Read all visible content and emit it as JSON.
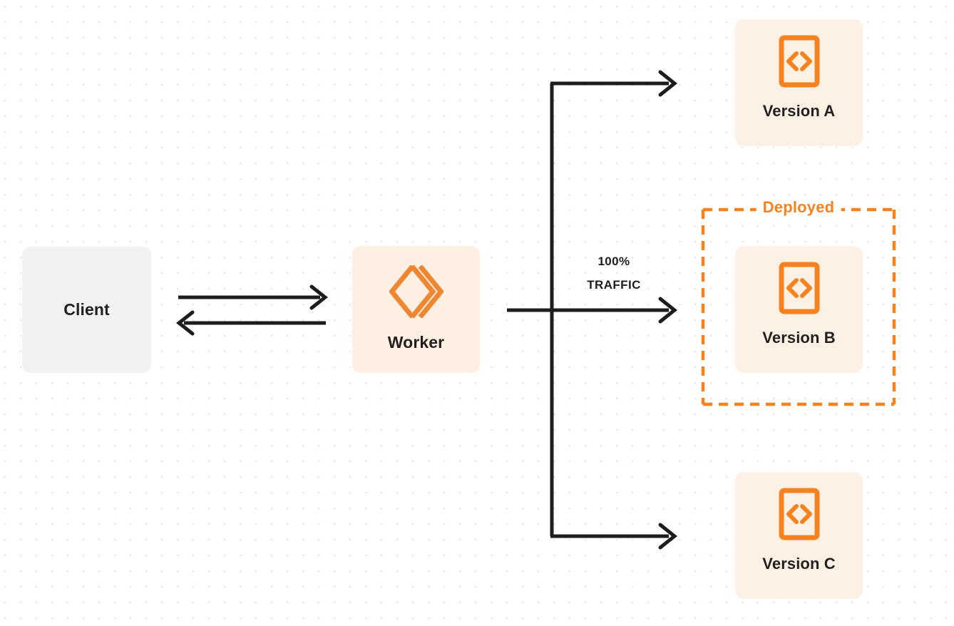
{
  "diagram": {
    "title": "Worker version traffic routing",
    "background": {
      "color": "#ffffff",
      "dot_color": "#e6e7e9",
      "pattern": "dotted-grid"
    },
    "colors": {
      "orange": "#f6821f",
      "card_bg": "#fdf1e5",
      "client_bg": "#f1f2f3",
      "text": "#231f20",
      "line": "#1d1d1d"
    }
  },
  "nodes": {
    "client": {
      "label": "Client",
      "bg": "#f1f2f3"
    },
    "worker": {
      "label": "Worker",
      "icon": "cloudflare-workers-logo",
      "bg": "#fdf0e3"
    },
    "version_a": {
      "label": "Version A",
      "icon": "code-file-icon",
      "bg": "#fdf1e5"
    },
    "version_b": {
      "label": "Version B",
      "icon": "code-file-icon",
      "bg": "#fdf1e5"
    },
    "version_c": {
      "label": "Version C",
      "icon": "code-file-icon",
      "bg": "#fdf1e5"
    }
  },
  "groups": {
    "deployed": {
      "label": "Deployed",
      "border_style": "dashed",
      "border_color": "#f6821f",
      "contains": [
        "version_b"
      ]
    }
  },
  "edges": {
    "client_to_worker": {
      "label": "",
      "direction": "right"
    },
    "worker_to_client": {
      "label": "",
      "direction": "left"
    },
    "worker_to_version_a": {
      "label": "",
      "direction": "right"
    },
    "worker_to_version_b": {
      "label_line1": "100%",
      "label_line2": "TRAFFIC",
      "direction": "right"
    },
    "worker_to_version_c": {
      "label": "",
      "direction": "right"
    }
  }
}
